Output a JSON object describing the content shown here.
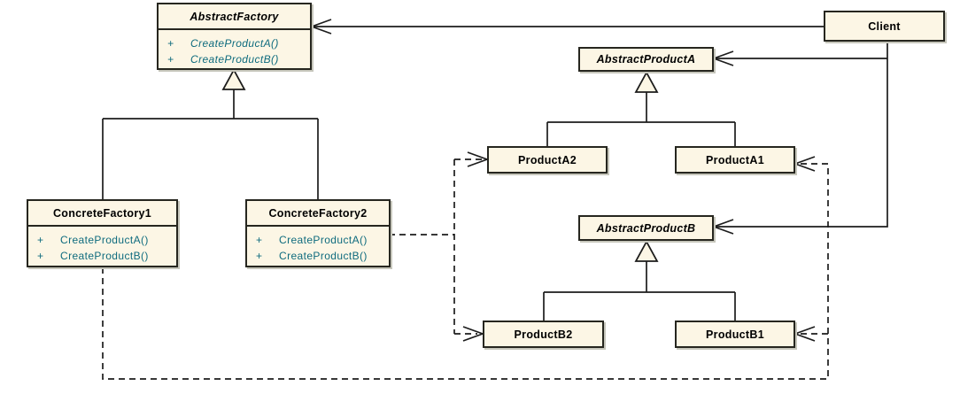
{
  "diagram_type": "uml-class-diagram",
  "colors": {
    "background": "#ffffff",
    "class_fill": "#FCF6E5",
    "class_border": "#26261f",
    "method_text": "#0e6b7e",
    "title_text": "#000000",
    "connector": "#1c1c1c"
  },
  "classes": {
    "abstractFactory": {
      "name": "AbstractFactory",
      "abstract": true,
      "methods": [
        {
          "vis": "+",
          "sig": "CreateProductA()"
        },
        {
          "vis": "+",
          "sig": "CreateProductB()"
        }
      ]
    },
    "concreteFactory1": {
      "name": "ConcreteFactory1",
      "abstract": false,
      "methods": [
        {
          "vis": "+",
          "sig": "CreateProductA()"
        },
        {
          "vis": "+",
          "sig": "CreateProductB()"
        }
      ]
    },
    "concreteFactory2": {
      "name": "ConcreteFactory2",
      "abstract": false,
      "methods": [
        {
          "vis": "+",
          "sig": "CreateProductA()"
        },
        {
          "vis": "+",
          "sig": "CreateProductB()"
        }
      ]
    },
    "client": {
      "name": "Client",
      "abstract": false
    },
    "abstractProductA": {
      "name": "AbstractProductA",
      "abstract": true
    },
    "productA2": {
      "name": "ProductA2",
      "abstract": false
    },
    "productA1": {
      "name": "ProductA1",
      "abstract": false
    },
    "abstractProductB": {
      "name": "AbstractProductB",
      "abstract": true
    },
    "productB2": {
      "name": "ProductB2",
      "abstract": false
    },
    "productB1": {
      "name": "ProductB1",
      "abstract": false
    }
  },
  "relationships": [
    {
      "type": "generalization",
      "from": "ConcreteFactory1",
      "to": "AbstractFactory"
    },
    {
      "type": "generalization",
      "from": "ConcreteFactory2",
      "to": "AbstractFactory"
    },
    {
      "type": "generalization",
      "from": "ProductA2",
      "to": "AbstractProductA"
    },
    {
      "type": "generalization",
      "from": "ProductA1",
      "to": "AbstractProductA"
    },
    {
      "type": "generalization",
      "from": "ProductB2",
      "to": "AbstractProductB"
    },
    {
      "type": "generalization",
      "from": "ProductB1",
      "to": "AbstractProductB"
    },
    {
      "type": "association",
      "from": "Client",
      "to": "AbstractFactory"
    },
    {
      "type": "association",
      "from": "Client",
      "to": "AbstractProductA"
    },
    {
      "type": "association",
      "from": "Client",
      "to": "AbstractProductB"
    },
    {
      "type": "dependency",
      "from": "ConcreteFactory2",
      "to": "ProductA2"
    },
    {
      "type": "dependency",
      "from": "ConcreteFactory2",
      "to": "ProductB2"
    },
    {
      "type": "dependency",
      "from": "ConcreteFactory1",
      "to": "ProductA1"
    },
    {
      "type": "dependency",
      "from": "ConcreteFactory1",
      "to": "ProductB1"
    }
  ]
}
